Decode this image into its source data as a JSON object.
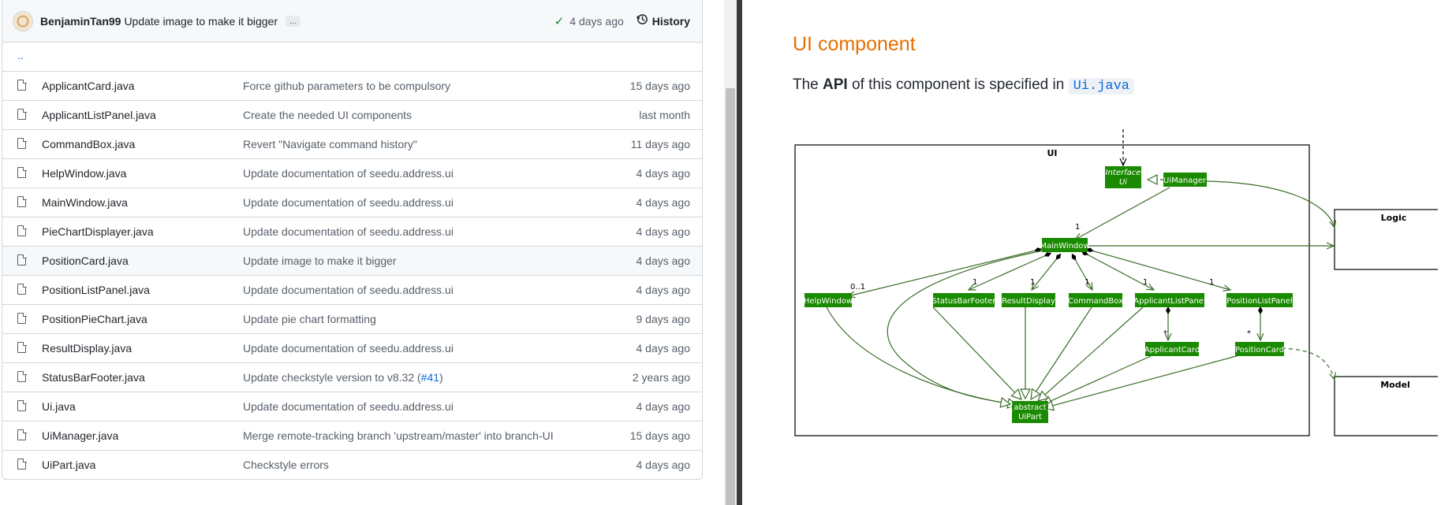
{
  "commit": {
    "author": "BenjaminTan99",
    "message": "Update image to make it bigger",
    "ellipsis": "...",
    "date": "4 days ago",
    "history_label": "History",
    "check_icon": "check-icon",
    "history_icon": "clock-icon"
  },
  "updir": "..",
  "files": [
    {
      "name": "ApplicantCard.java",
      "message": "Force github parameters to be compulsory",
      "date": "15 days ago"
    },
    {
      "name": "ApplicantListPanel.java",
      "message": "Create the needed UI components",
      "date": "last month"
    },
    {
      "name": "CommandBox.java",
      "message": "Revert \"Navigate command history\"",
      "date": "11 days ago"
    },
    {
      "name": "HelpWindow.java",
      "message": "Update documentation of seedu.address.ui",
      "date": "4 days ago"
    },
    {
      "name": "MainWindow.java",
      "message": "Update documentation of seedu.address.ui",
      "date": "4 days ago"
    },
    {
      "name": "PieChartDisplayer.java",
      "message": "Update documentation of seedu.address.ui",
      "date": "4 days ago"
    },
    {
      "name": "PositionCard.java",
      "message": "Update image to make it bigger",
      "date": "4 days ago"
    },
    {
      "name": "PositionListPanel.java",
      "message": "Update documentation of seedu.address.ui",
      "date": "4 days ago"
    },
    {
      "name": "PositionPieChart.java",
      "message": "Update pie chart formatting",
      "date": "9 days ago"
    },
    {
      "name": "ResultDisplay.java",
      "message": "Update documentation of seedu.address.ui",
      "date": "4 days ago"
    },
    {
      "name": "StatusBarFooter.java",
      "message": "Update checkstyle version to v8.32 (",
      "issue": "#41",
      "message_end": ")",
      "date": "2 years ago"
    },
    {
      "name": "Ui.java",
      "message": "Update documentation of seedu.address.ui",
      "date": "4 days ago"
    },
    {
      "name": "UiManager.java",
      "message": "Merge remote-tracking branch 'upstream/master' into branch-UI",
      "date": "15 days ago"
    },
    {
      "name": "UiPart.java",
      "message": "Checkstyle errors",
      "date": "4 days ago"
    }
  ],
  "doc": {
    "heading": "UI component",
    "para_prefix": "The ",
    "para_bold": "API",
    "para_middle": " of this component is specified in ",
    "code": "Ui.java"
  },
  "diagram": {
    "ui_label": "UI",
    "logic_label": "Logic",
    "model_label": "Model",
    "interface_stereotype": "«Interface»",
    "interface_name": "Ui",
    "ui_manager": "UiManager",
    "main_window": "MainWindow",
    "help_window": "HelpWindow",
    "status_bar_footer": "StatusBarFooter",
    "result_display": "ResultDisplay",
    "command_box": "CommandBox",
    "applicant_list_panel": "ApplicantListPanel",
    "position_list_panel": "PositionListPanel",
    "applicant_card": "ApplicantCard",
    "position_card": "PositionCard",
    "uipart_stereotype": "{abstract}",
    "uipart_name": "UiPart",
    "mult_main": "1",
    "mult_help": "0..1",
    "mult_status": "1",
    "mult_result": "1",
    "mult_command": "1",
    "mult_applicant_panel": "1",
    "mult_position_panel": "1",
    "mult_applicant_card": "*",
    "mult_position_card": "*",
    "node_color": "#1a8a00",
    "line_color": "#3b6e2a"
  }
}
